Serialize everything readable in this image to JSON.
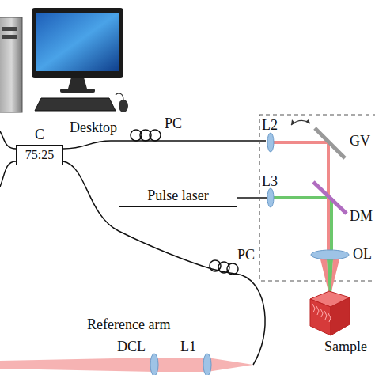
{
  "diagram": {
    "nodes": [
      {
        "text": [
          "75:25"
        ]
      },
      {
        "text": [
          "Pulse laser"
        ]
      }
    ],
    "labels": [
      "Desktop",
      "C",
      "PC",
      "PC",
      "L2",
      "GV",
      "L3",
      "DM",
      "OL",
      "Sample",
      "Reference arm",
      "DCL",
      "L1"
    ]
  }
}
